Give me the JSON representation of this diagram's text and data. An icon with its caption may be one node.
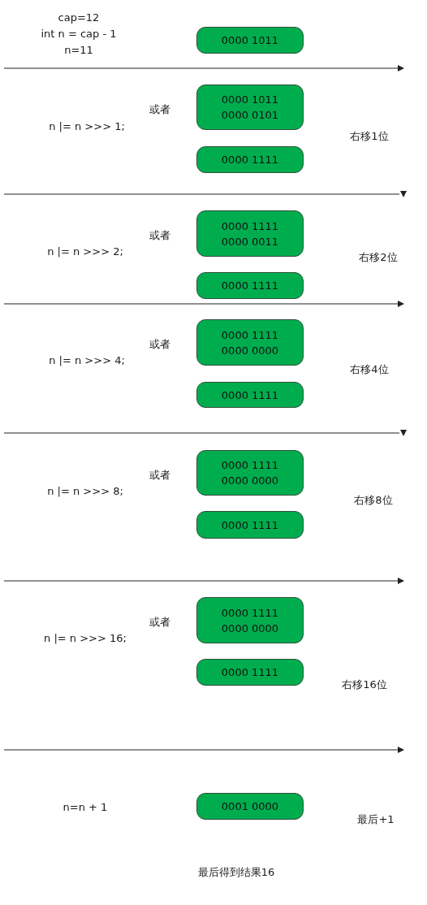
{
  "diagram": {
    "nodes": [
      {
        "text": [
          "0000 1011"
        ]
      },
      {
        "text": [
          "0000 1011",
          "0000 0101"
        ]
      },
      {
        "text": [
          "0000 1111"
        ]
      },
      {
        "text": [
          "0000 1111",
          "0000 0011"
        ]
      },
      {
        "text": [
          "0000 1111"
        ]
      },
      {
        "text": [
          "0000 1111",
          "0000 0000"
        ]
      },
      {
        "text": [
          "0000 1111"
        ]
      },
      {
        "text": [
          "0000 1111",
          "0000 0000"
        ]
      },
      {
        "text": [
          "0000 1111"
        ]
      },
      {
        "text": [
          "0000 1111",
          "0000 0000"
        ]
      },
      {
        "text": [
          "0000 1111"
        ]
      },
      {
        "text": [
          "0001 0000"
        ]
      }
    ],
    "labels": [
      "cap=12",
      "int n = cap - 1",
      "n=11",
      "或者",
      "n |= n >>> 1;",
      "右移1位",
      "或者",
      "n |= n >>> 2;",
      "右移2位",
      "或者",
      "n |= n >>> 4;",
      "右移4位",
      "或者",
      "n |= n >>> 8;",
      "右移8位",
      "或者",
      "n |= n >>> 16;",
      "右移16位",
      "n=n + 1",
      "最后+1",
      "最后得到结果16"
    ]
  }
}
